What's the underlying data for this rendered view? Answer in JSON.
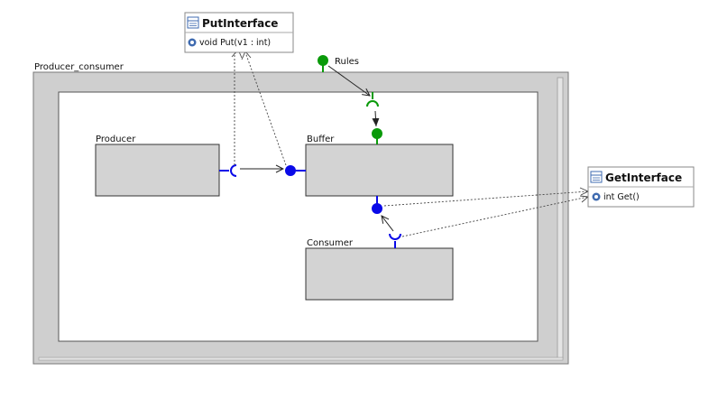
{
  "diagram": {
    "container_label": "Producer_consumer",
    "parts": {
      "producer": "Producer",
      "buffer": "Buffer",
      "consumer": "Consumer"
    },
    "rules_label": "Rules",
    "put_interface": {
      "title": "PutInterface",
      "operation": "void Put(v1 : int)"
    },
    "get_interface": {
      "title": "GetInterface",
      "operation": "int Get()"
    }
  },
  "colors": {
    "port_blue": "#0a0ae8",
    "port_green": "#0a9a0a",
    "frame_gray": "#d0d0d0",
    "part_fill": "#d3d3d3",
    "interface_fill": "#ffffff",
    "icon_blue": "#3f6bb0"
  },
  "icons": {
    "interface_icon": "class-icon",
    "operation_icon": "gear-icon"
  }
}
